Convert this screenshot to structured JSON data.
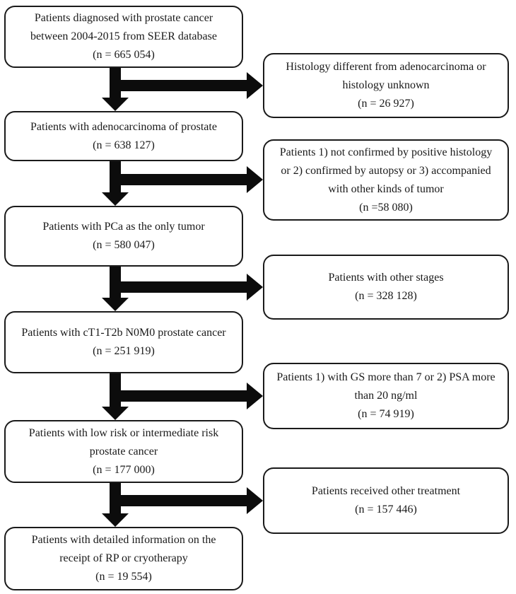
{
  "figure": {
    "type": "patient-selection-flowchart",
    "background_color": "#ffffff",
    "line_color": "#1a1a1a",
    "arrow_color": "#0c0c0c"
  },
  "flowchart": {
    "main_path": [
      {
        "id": "source-cohort",
        "lines": [
          "Patients diagnosed with prostate cancer",
          "between 2004-2015 from SEER database",
          "(n = 665 054)"
        ]
      },
      {
        "id": "adenocarcinoma",
        "lines": [
          "Patients with adenocarcinoma of prostate",
          "(n = 638 127)"
        ]
      },
      {
        "id": "only-tumor",
        "lines": [
          "Patients with PCa as the only tumor",
          "(n = 580 047)"
        ]
      },
      {
        "id": "ct1-t2b-n0m0",
        "lines": [
          "Patients with cT1-T2b N0M0 prostate cancer",
          "(n = 251 919)"
        ]
      },
      {
        "id": "low-intermediate-risk",
        "lines": [
          "Patients with low risk or intermediate risk",
          "prostate cancer",
          "(n = 177 000)"
        ]
      },
      {
        "id": "final-cohort",
        "lines": [
          "Patients with detailed information on the",
          "receipt of RP or cryotherapy",
          "(n = 19 554)"
        ]
      }
    ],
    "exclusions": [
      {
        "id": "histology",
        "lines": [
          "Histology different from adenocarcinoma or",
          "histology unknown",
          "(n = 26 927)"
        ]
      },
      {
        "id": "confirmation",
        "lines": [
          "Patients 1) not confirmed by positive histology",
          "or 2) confirmed by autopsy or 3) accompanied",
          "with other kinds of tumor",
          "(n =58 080)"
        ]
      },
      {
        "id": "other-stages",
        "lines": [
          "Patients with other stages",
          "(n = 328 128)"
        ]
      },
      {
        "id": "gs-psa",
        "lines": [
          "Patients 1) with GS more than 7 or 2) PSA more",
          "than 20 ng/ml",
          "(n = 74 919)"
        ]
      },
      {
        "id": "other-treatment",
        "lines": [
          "Patients received other treatment",
          "(n = 157 446)"
        ]
      }
    ]
  }
}
